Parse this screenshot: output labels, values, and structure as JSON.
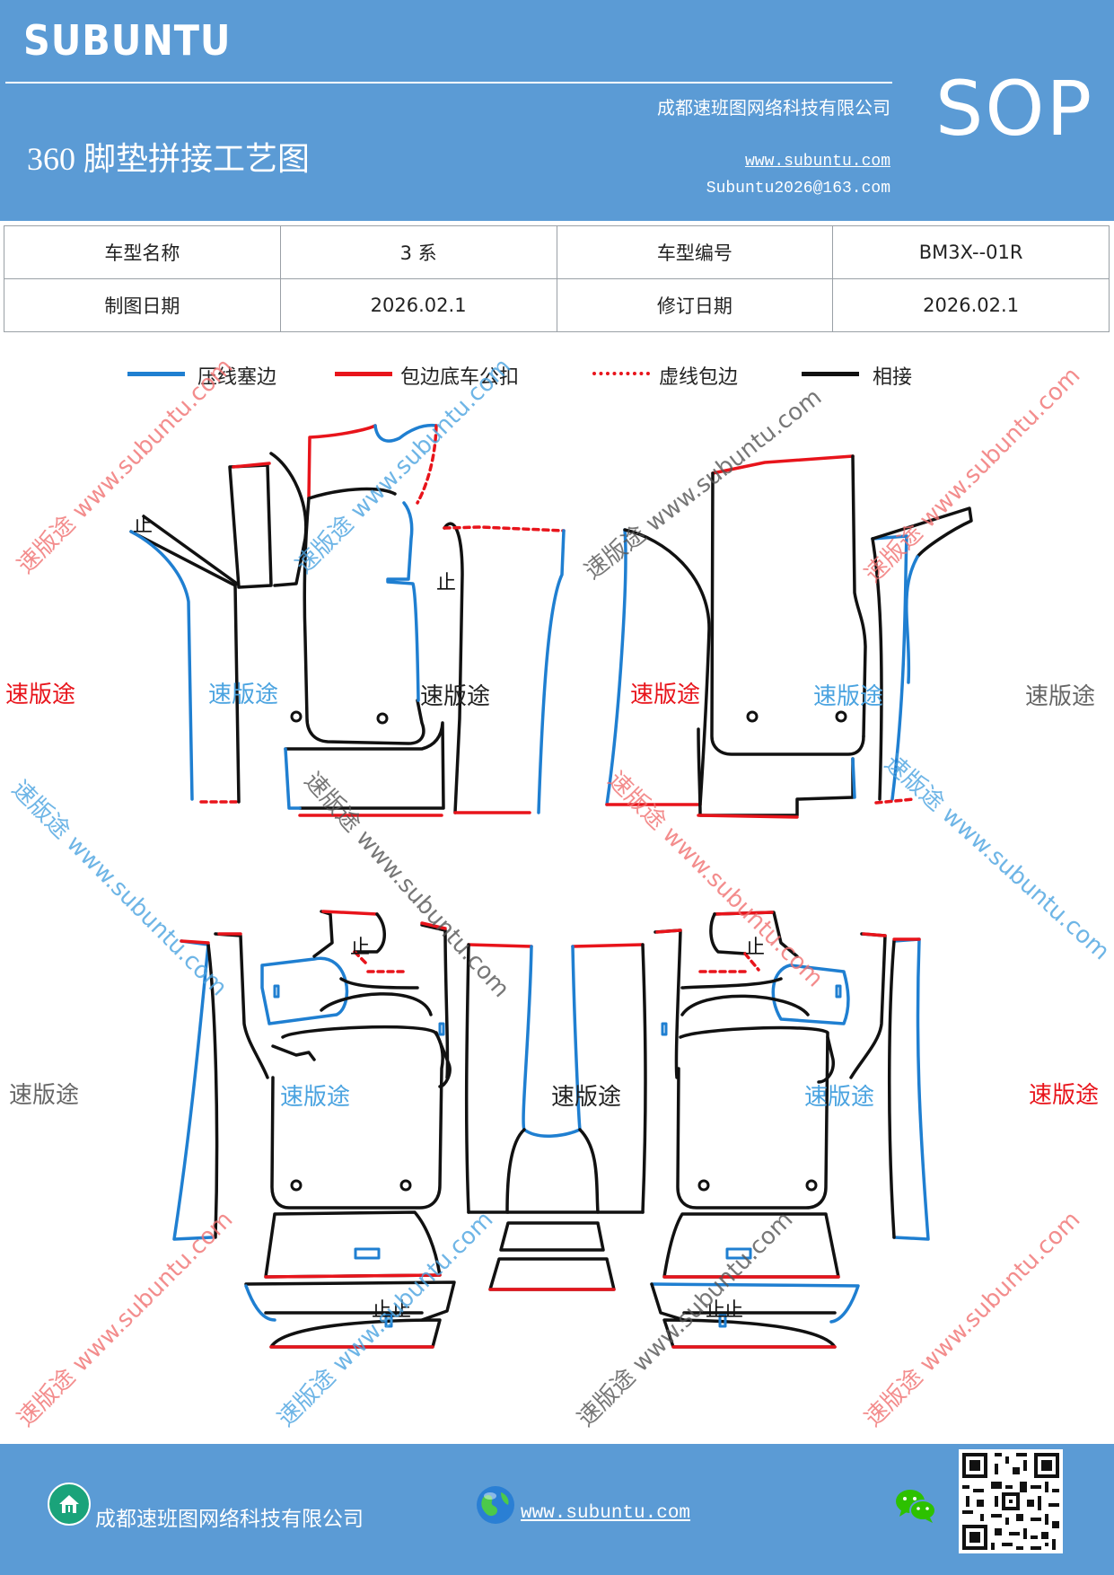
{
  "header": {
    "brand": "SUBUNTU",
    "company": "成都速班图网络科技有限公司",
    "title": "360 脚垫拼接工艺图",
    "website": "www.subuntu.com",
    "email": "Subuntu2026@163.com",
    "sop": "SOP"
  },
  "info": {
    "model_name_label": "车型名称",
    "model_name_value": "3 系",
    "model_code_label": "车型编号",
    "model_code_value": "BM3X--01R",
    "draw_date_label": "制图日期",
    "draw_date_value": "2026.02.1",
    "revise_date_label": "修订日期",
    "revise_date_value": "2026.02.1"
  },
  "legend": [
    {
      "label": "压线塞边",
      "color": "#1f7fd1",
      "style": "solid"
    },
    {
      "label": "包边底车公扣",
      "color": "#e8141b",
      "style": "solid"
    },
    {
      "label": "虚线包边",
      "color": "#e8141b",
      "style": "dashed"
    },
    {
      "label": "相接",
      "color": "#111111",
      "style": "solid"
    }
  ],
  "watermarks": {
    "brand_text": "速版途",
    "diag_text": "速版途 www.subuntu.com"
  },
  "marks": {
    "stop": "止"
  },
  "colors": {
    "header_bg": "#5b9bd5",
    "blue_edge": "#1f7fd1",
    "red_edge": "#e8141b",
    "joint": "#111111"
  },
  "footer": {
    "company": "成都速班图网络科技有限公司",
    "website": "www.subuntu.com",
    "icons": [
      "home-icon",
      "globe-icon",
      "wechat-icon",
      "qr-code"
    ]
  }
}
